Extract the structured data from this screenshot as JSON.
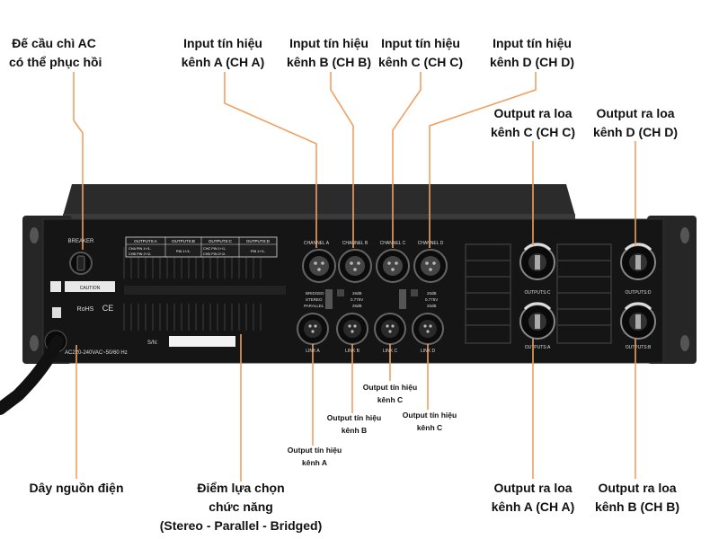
{
  "callouts": {
    "breaker": [
      "Đế cầu chì AC",
      "có thể phục hồi"
    ],
    "input_a": [
      "Input tín hiệu",
      "kênh A (CH A)"
    ],
    "input_b": [
      "Input tín hiệu",
      "kênh B (CH B)"
    ],
    "input_c": [
      "Input tín hiệu",
      "kênh C (CH C)"
    ],
    "input_d": [
      "Input tín hiệu",
      "kênh D (CH D)"
    ],
    "output_c": [
      "Output ra loa",
      "kênh C (CH C)"
    ],
    "output_d": [
      "Output ra loa",
      "kênh D (CH D)"
    ],
    "power_cord": "Dây nguồn điện",
    "mode_select": [
      "Điểm lựa chọn",
      "chức năng",
      "(Stereo - Parallel - Bridged)"
    ],
    "output_a": [
      "Output ra loa",
      "kênh A (CH A)"
    ],
    "output_b": [
      "Output ra loa",
      "kênh B (CH B)"
    ],
    "link_a": [
      "Output tín hiệu",
      "kênh A"
    ],
    "link_b": [
      "Output tín hiệu",
      "kênh B"
    ],
    "link_c1": [
      "Output tín hiệu",
      "kênh C"
    ],
    "link_c2": [
      "Output tín hiệu",
      "kênh C"
    ]
  },
  "panel": {
    "breaker": "BREAKER",
    "ch_a": "CHANNEL A",
    "ch_b": "CHANNEL B",
    "ch_c": "CHANNEL C",
    "ch_d": "CHANNEL D",
    "link_a": "LINK A",
    "link_b": "LINK B",
    "link_c": "LINK C",
    "link_d": "LINK D",
    "out_c": "OUTPUTS:C",
    "out_d": "OUTPUTS:D",
    "out_a": "OUTPUTS:A",
    "out_b": "OUTPUTS:B",
    "tbl_h1": "OUTPUTS:A",
    "tbl_h2": "OUTPUTS:B",
    "tbl_h3": "OUTPUTS:C",
    "tbl_h4": "OUTPUTS:D",
    "tbl_r1": "CHA PIN 1+/1-",
    "tbl_r2": "CHB PIN 2+/2-",
    "tbl_p1": "PIN 1+/1-",
    "tbl_r3": "CHC PIN 1+/1-",
    "tbl_r4": "CHD PIN 2+/2-",
    "tbl_p2": "PIN 1+/1-",
    "caution": "CAUTION",
    "bridged": "BRIDGED",
    "stereo": "STEREO",
    "parallel": "PARALLEL",
    "v1": "26dB",
    "v2": "0.775V",
    "v3": "26dB",
    "v4": "26dB",
    "v5": "0.775V",
    "v6": "26dB",
    "sn": "S/N:",
    "voltage": "AC220-240VAC~50/60 Hz",
    "rohs": "RoHS",
    "ce": "CE"
  },
  "colors": {
    "leader": "#f0a060",
    "chassis": "#1a1a1a",
    "rack_ear": "#2a2a2a"
  }
}
